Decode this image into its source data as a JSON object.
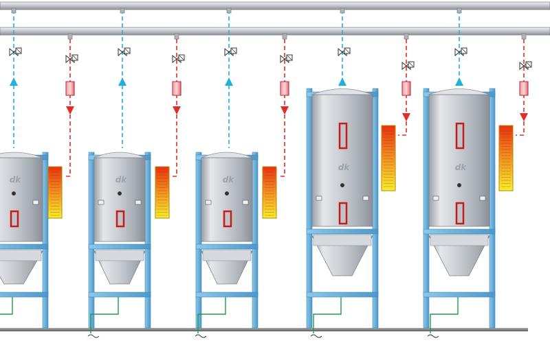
{
  "colors": {
    "pipe": "#c8cbd0",
    "pipe_dark": "#8d9299",
    "supply_line": "#1fb1e0",
    "return_line": "#e52a2a",
    "frame": "#6fb4dc",
    "frame_dark": "#3f86b8",
    "vessel": "#c7ccd2",
    "heater_top": "#e8320f",
    "heater_bottom": "#f6ee2c",
    "ground_line": "#1e9b4a",
    "floor": "#7d7f83"
  },
  "icons": {
    "valve": "valve-icon",
    "heater": "heater-icon",
    "arrow_up": "arrow-up-icon",
    "arrow_down": "arrow-down-icon",
    "ground": "ground-icon"
  },
  "units": [
    {
      "logo": "dk",
      "size": "small"
    },
    {
      "logo": "dk",
      "size": "small"
    },
    {
      "logo": "dk",
      "size": "small"
    },
    {
      "logo": "dk",
      "size": "large"
    },
    {
      "logo": "dk",
      "size": "large"
    }
  ]
}
